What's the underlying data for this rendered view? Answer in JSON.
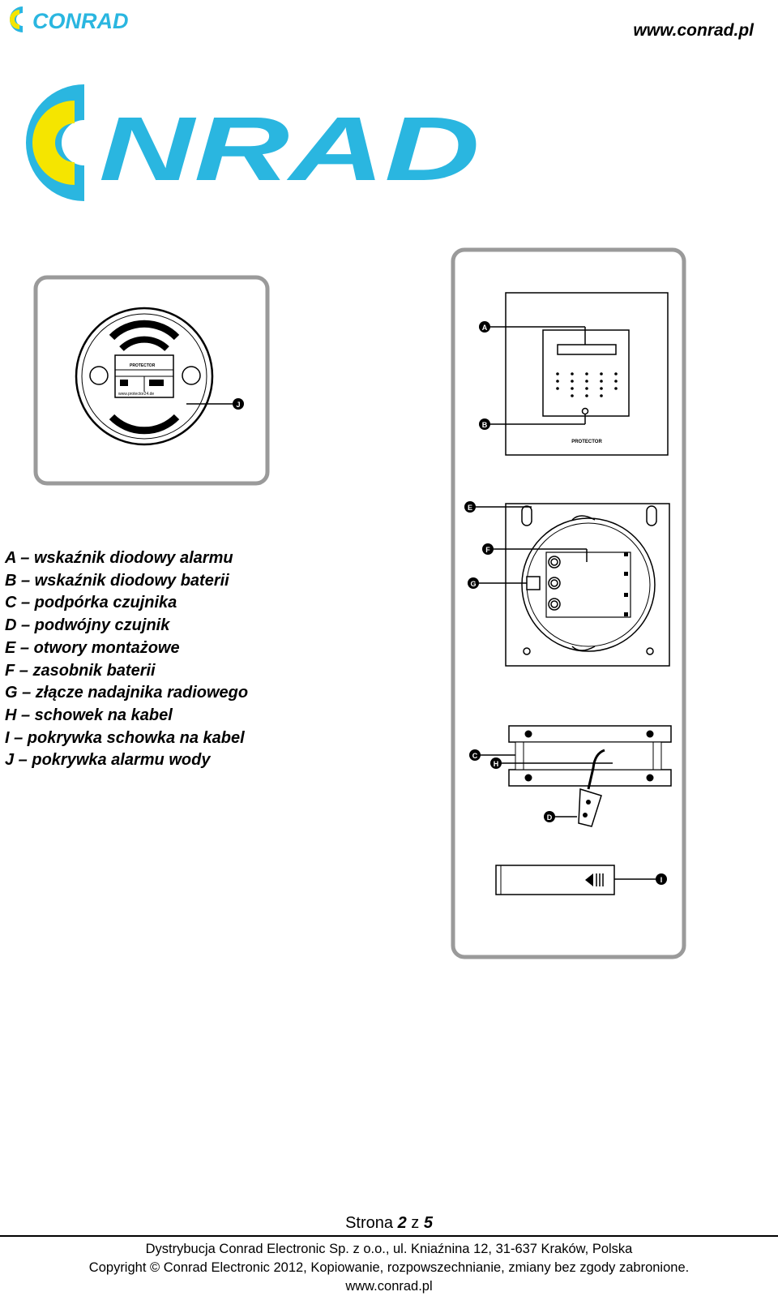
{
  "header": {
    "url": "www.conrad.pl",
    "logo_text": "CONRAD"
  },
  "figures": {
    "callouts": [
      "A",
      "B",
      "C",
      "D",
      "E",
      "F",
      "G",
      "H",
      "I",
      "J"
    ],
    "label_brand": "PROTECTOR",
    "label_website": "www.protector24.de"
  },
  "legend": [
    "A – wskaźnik diodowy alarmu",
    "B – wskaźnik diodowy baterii",
    "C – podpórka czujnika",
    "D – podwójny czujnik",
    "E – otwory montażowe",
    "F – zasobnik baterii",
    "G – złącze nadajnika radiowego",
    "H – schowek na kabel",
    "I – pokrywka schowka na kabel",
    "J – pokrywka alarmu wody"
  ],
  "footer": {
    "page_label": "Strona",
    "page_current": "2",
    "page_sep": "z",
    "page_total": "5",
    "line1": "Dystrybucja Conrad Electronic Sp. z o.o., ul. Kniaźnina 12, 31-637 Kraków, Polska",
    "line2": "Copyright © Conrad Electronic 2012, Kopiowanie, rozpowszechnianie, zmiany bez zgody zabronione.",
    "line3": "www.conrad.pl"
  },
  "colors": {
    "brand_blue": "#2ab6e0",
    "brand_yellow": "#f5e500",
    "frame_gray": "#9a9a9a"
  }
}
